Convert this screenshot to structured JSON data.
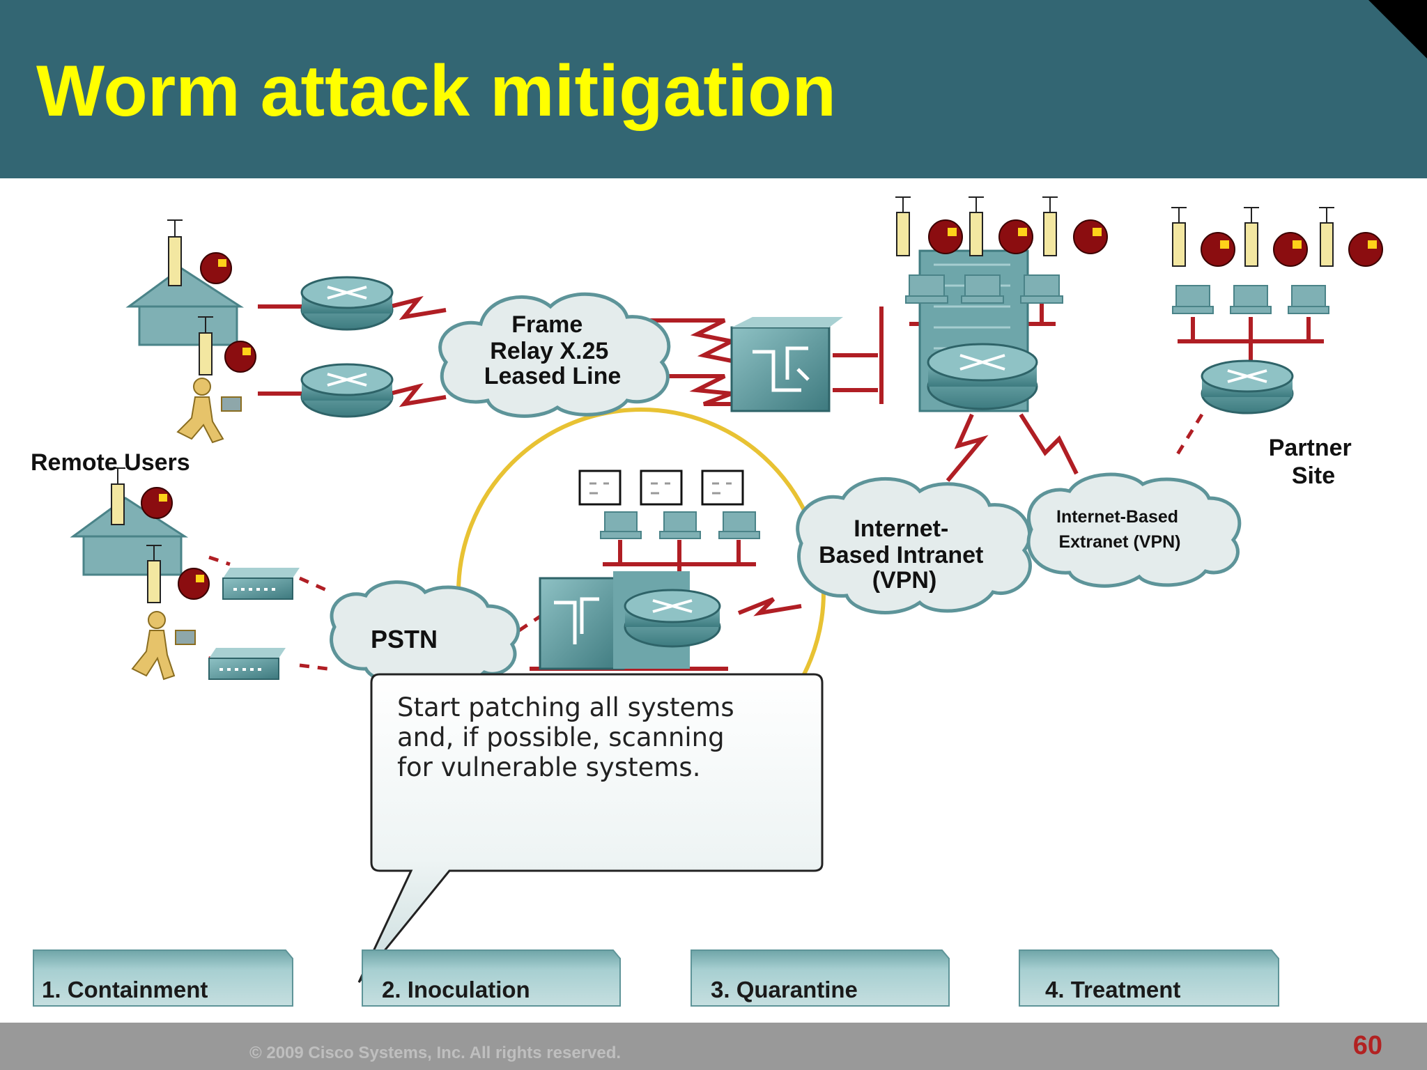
{
  "slide": {
    "title": "Worm attack mitigation",
    "copyright": "© 2009 Cisco Systems, Inc. All rights reserved.",
    "page_number": "60"
  },
  "diagram": {
    "wan_cloud": [
      "Frame",
      "Relay X.25",
      "Leased Line"
    ],
    "remote_users_label": "Remote Users",
    "pstn_label": "PSTN",
    "intranet_cloud": [
      "Internet-",
      "Based Intranet",
      "(VPN)"
    ],
    "extranet_cloud": [
      "Internet-Based",
      "Extranet (VPN)"
    ],
    "partner_site": [
      "Partner",
      "Site"
    ],
    "callout": [
      "Start patching all systems",
      "and, if possible, scanning",
      "for vulnerable systems."
    ]
  },
  "phases": [
    "1. Containment",
    "2. Inoculation",
    "3. Quarantine",
    "4. Treatment"
  ],
  "colors": {
    "header": "#336673",
    "title": "#ffff00",
    "link": "#b01e24",
    "device": "#4f8f94",
    "highlight_ring": "#e8c233"
  }
}
